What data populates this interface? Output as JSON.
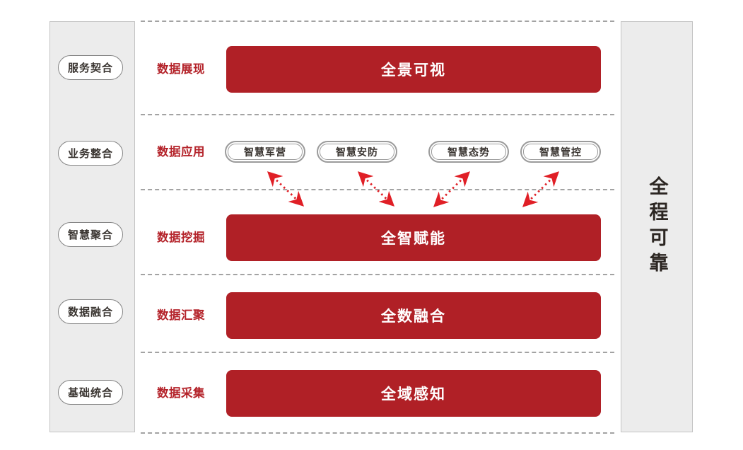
{
  "colors": {
    "banner_red": "#b02026",
    "label_red": "#b4232a",
    "arrow_red": "#e01f26",
    "rail_bg": "#ececec"
  },
  "left_rail": {
    "items": [
      {
        "label": "服务契合"
      },
      {
        "label": "业务整合"
      },
      {
        "label": "智慧聚合"
      },
      {
        "label": "数据融合"
      },
      {
        "label": "基础统合"
      }
    ]
  },
  "right_rail": {
    "label": "全程可靠"
  },
  "layers": [
    {
      "label": "数据展现",
      "banner": "全景可视"
    },
    {
      "label": "数据应用",
      "apps": [
        {
          "label": "智慧军营"
        },
        {
          "label": "智慧安防"
        },
        {
          "label": "智慧态势"
        },
        {
          "label": "智慧管控"
        }
      ]
    },
    {
      "label": "数据挖掘",
      "banner": "全智赋能"
    },
    {
      "label": "数据汇聚",
      "banner": "全数融合"
    },
    {
      "label": "数据采集",
      "banner": "全域感知"
    }
  ]
}
